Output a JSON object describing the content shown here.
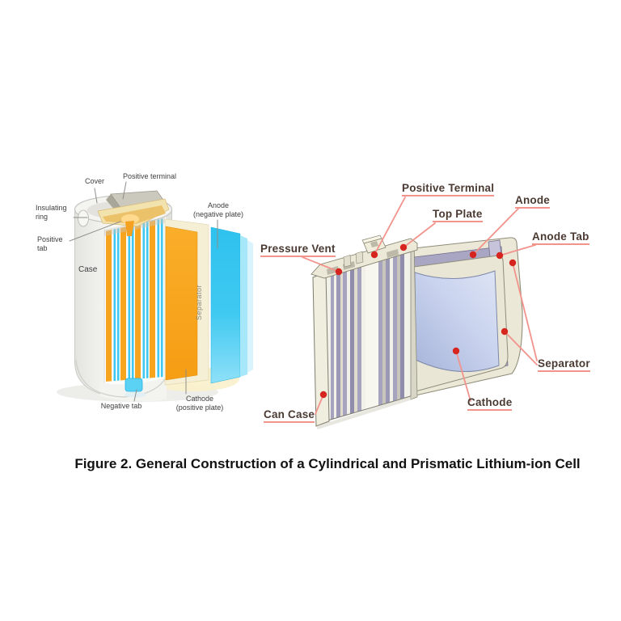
{
  "figure": {
    "caption": "Figure 2. General Construction of a Cylindrical and Prismatic Lithium-ion Cell"
  },
  "cylindrical_cell": {
    "labels": {
      "cover": "Cover",
      "positive_terminal": "Positive terminal",
      "insulating_ring_line1": "Insulating",
      "insulating_ring_line2": "ring",
      "positive_tab_line1": "Positive",
      "positive_tab_line2": "tab",
      "case": "Case",
      "anode_line1": "Anode",
      "anode_line2": "(negative plate)",
      "separator": "Separator",
      "cathode_line1": "Cathode",
      "cathode_line2": "(positive plate)",
      "negative_tab": "Negative tab"
    }
  },
  "prismatic_cell": {
    "labels": {
      "pressure_vent": "Pressure Vent",
      "positive_terminal": "Positive Terminal",
      "top_plate": "Top Plate",
      "anode": "Anode",
      "anode_tab": "Anode Tab",
      "separator": "Separator",
      "cathode": "Cathode",
      "can_case": "Can Case"
    }
  },
  "colors": {
    "cathode_orange": "#F7A41F",
    "anode_cyan": "#35C5F0",
    "separator_cream": "#F5EFD6",
    "prismatic_sheet_blue": "#C3CDE9",
    "prismatic_case_cream": "#ECE9D8",
    "label_dark_red": "#4A3A32",
    "leader_line_salmon": "#F2938C",
    "marker_dot_red": "#D6251F",
    "left_label_gray": "#3F3F3F",
    "background": "#FFFFFF"
  }
}
